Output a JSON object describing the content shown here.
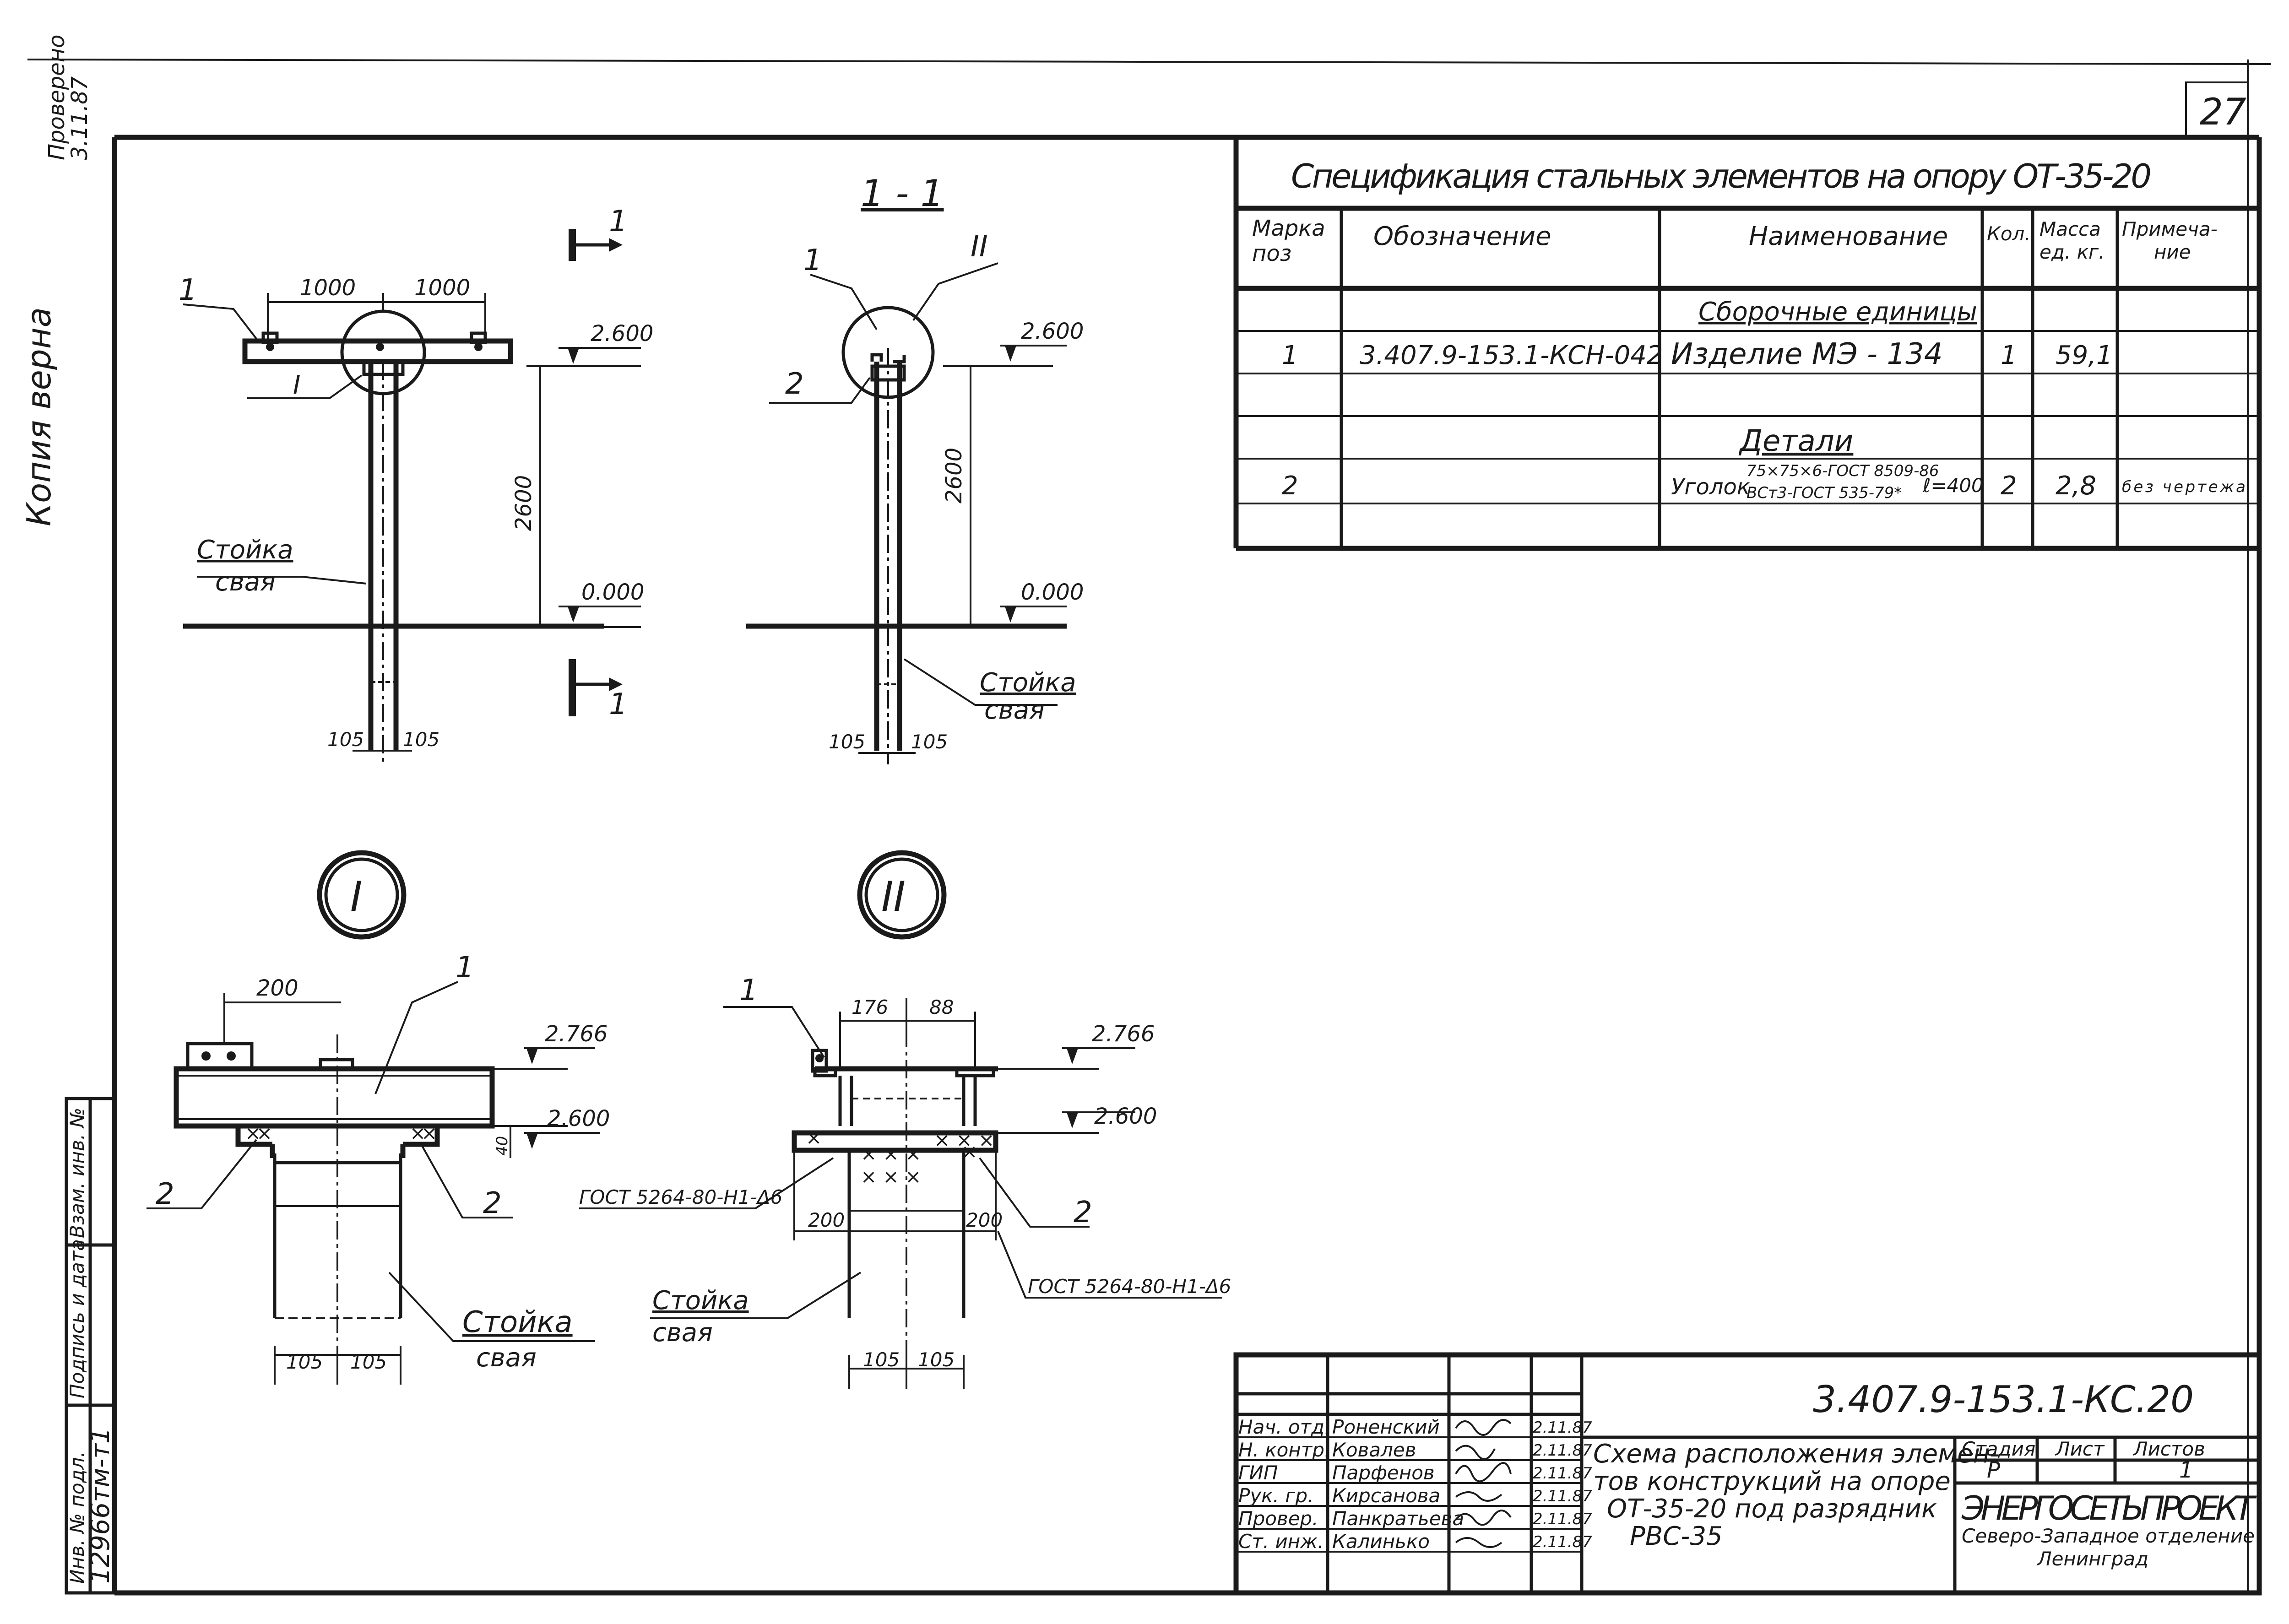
{
  "sheet_number": "27",
  "margin_note": {
    "note_lines": [
      "Копия верна",
      "Проверено",
      "3.11.87"
    ]
  },
  "left_strip": {
    "labels": [
      "Инв. № подл.",
      "Подпись и дата",
      "Взам. инв. №"
    ],
    "inv_number": "12966тм-т1"
  },
  "spec_table": {
    "title": "Спецификация стальных элементов на опору ОТ-35-20",
    "headers": {
      "mark": [
        "Марка",
        "поз"
      ],
      "designation": "Обозначение",
      "name": "Наименование",
      "qty": "Кол.",
      "mass": [
        "Масса",
        "ед. кг."
      ],
      "note": [
        "Примеча-",
        "ние"
      ]
    },
    "rows": [
      {
        "mark": "",
        "designation": "",
        "name": "Сборочные единицы",
        "qty": "",
        "mass": "",
        "note": ""
      },
      {
        "mark": "1",
        "designation": "3.407.9-153.1-КСН-042",
        "name": "Изделие  МЭ - 134",
        "qty": "1",
        "mass": "59,1",
        "note": ""
      },
      {
        "mark": "",
        "designation": "",
        "name": "",
        "qty": "",
        "mass": "",
        "note": ""
      },
      {
        "mark": "",
        "designation": "",
        "name": "Детали",
        "qty": "",
        "mass": "",
        "note": ""
      },
      {
        "mark": "2",
        "designation": "",
        "name": "Уголок",
        "name_sub1": "75×75×6-ГОСТ 8509-86",
        "name_sub2": "ВСт3-ГОСТ 535-79*",
        "name_len": "ℓ=400",
        "qty": "2",
        "mass": "2,8",
        "note": "без чертежа"
      },
      {
        "mark": "",
        "designation": "",
        "name": "",
        "qty": "",
        "mass": "",
        "note": ""
      }
    ]
  },
  "drawing": {
    "elevation": {
      "dim_left": "1000",
      "dim_right": "1000",
      "level_top": "2.600",
      "level_ground": "0.000",
      "height": "2600",
      "width_left": "105",
      "width_right": "105",
      "pos1": "1",
      "node_label": "I",
      "section_mark": "1",
      "label_post_line1": "Стойка",
      "label_post_line2": "свая"
    },
    "section": {
      "title": "1 - 1",
      "pos1": "1",
      "pos2": "2",
      "node_label": "II",
      "level_top": "2.600",
      "level_ground": "0.000",
      "height": "2600",
      "width_left": "105",
      "width_right": "105",
      "label_post_line1": "Стойка",
      "label_post_line2": "свая"
    },
    "node_one": {
      "circle_label": "I",
      "dim_200": "200",
      "pos1": "1",
      "level_upper": "2.766",
      "level_lower": "2.600",
      "dim_40": "40",
      "pos2_left": "2",
      "pos2_right": "2",
      "weld_note": "ГОСТ 5264-80-Н1-Δ6",
      "width_left": "105",
      "width_right": "105",
      "label_post_line1": "Стойка",
      "label_post_line2": "свая"
    },
    "node_two": {
      "circle_label": "II",
      "pos1": "1",
      "dim_176": "176",
      "dim_88": "88",
      "level_upper": "2.766",
      "level_lower": "2.600",
      "dim_200_left": "200",
      "dim_200_right": "200",
      "pos2": "2",
      "weld_note": "ГОСТ 5264-80-Н1-Δ6",
      "width_left": "105",
      "width_right": "105",
      "label_post_line1": "Стойка",
      "label_post_line2": "свая"
    }
  },
  "title_block": {
    "doc_code": "3.407.9-153.1-КС.20",
    "roles": [
      "Нач. отд.",
      "Н. контр.",
      "ГИП",
      "Рук. гр.",
      "Провер.",
      "Ст. инж."
    ],
    "names": [
      "Роненский",
      "Ковалев",
      "Парфенов",
      "Кирсанова",
      "Панкратьева",
      "Калинько"
    ],
    "dates": [
      "2.11.87",
      "2.11.87",
      "2.11.87",
      "2.11.87",
      "2.11.87",
      "2.11.87"
    ],
    "sheet_title_lines": [
      "Схема расположения элемен-",
      "тов конструкций на опоре",
      "ОТ-35-20 под разрядник",
      "РВС-35"
    ],
    "stage_header": "Стадия",
    "sheet_header": "Лист",
    "sheets_header": "Листов",
    "stage": "Р",
    "sheet": "",
    "sheets": "1",
    "org_name": "ЭНЕРГОСЕТЬПРОЕКТ",
    "org_dept": "Северо-Западное отделение",
    "org_city": "Ленинград"
  }
}
